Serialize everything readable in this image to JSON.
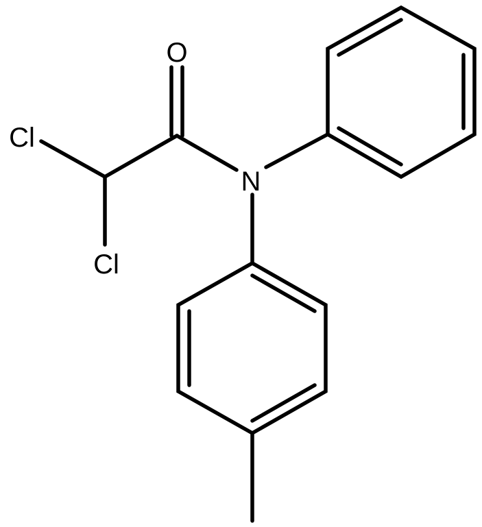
{
  "molecule": {
    "atoms": {
      "oxygen": "O",
      "nitrogen": "N",
      "chlorine_1": "Cl",
      "chlorine_2": "Cl"
    },
    "bond_color": "#000000",
    "background": "#ffffff"
  }
}
